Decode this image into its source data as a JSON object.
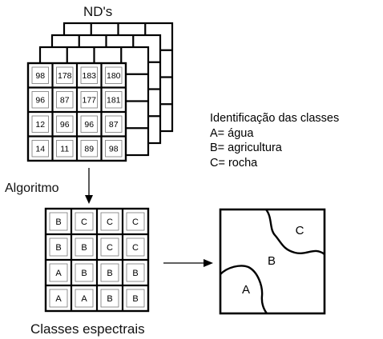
{
  "labels": {
    "nds_title": "ND's",
    "algorithm": "Algoritmo",
    "spectral_classes": "Classes espectrais"
  },
  "legend": {
    "title": "Identificação das classes",
    "items": [
      "A= água",
      "B= agricultura",
      "C= rocha"
    ]
  },
  "nd_grid": [
    [
      "98",
      "178",
      "183",
      "180"
    ],
    [
      "96",
      "87",
      "177",
      "181"
    ],
    [
      "12",
      "96",
      "96",
      "87"
    ],
    [
      "14",
      "11",
      "89",
      "98"
    ]
  ],
  "class_grid": [
    [
      "B",
      "C",
      "C",
      "C"
    ],
    [
      "B",
      "B",
      "C",
      "C"
    ],
    [
      "A",
      "B",
      "B",
      "B"
    ],
    [
      "A",
      "A",
      "B",
      "B"
    ]
  ],
  "map_regions": [
    "A",
    "B",
    "C"
  ],
  "stack_layers_behind": 3
}
